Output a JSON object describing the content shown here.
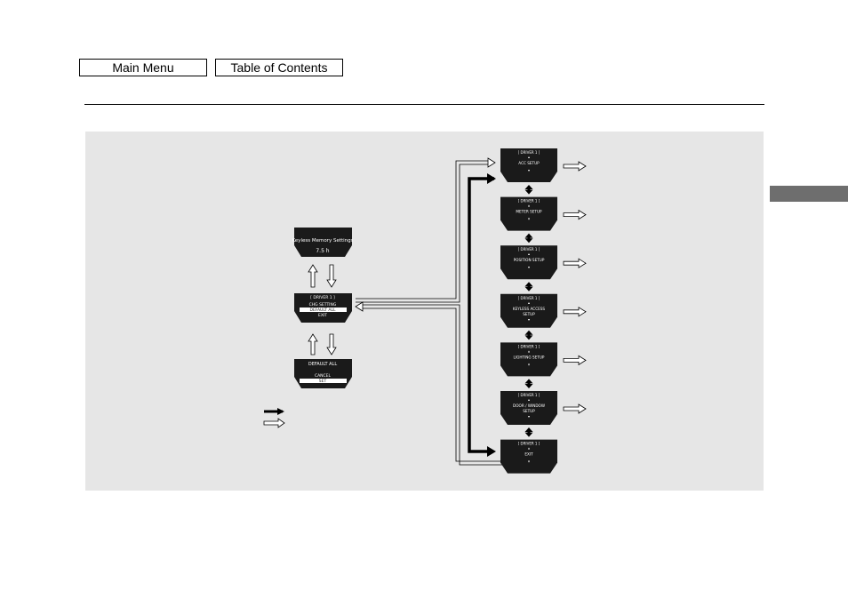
{
  "nav": {
    "main_menu_label": "Main Menu",
    "toc_label": "Table of Contents"
  },
  "screens": {
    "keyless_memory": {
      "title": "Keyless Memory Settings",
      "value": "7.5 h"
    },
    "driver_menu": {
      "header": "[ DRIVER 1 ]",
      "opt1": "CHG SETTING",
      "opt2": "DEFAULT ALL",
      "opt3": "EXIT"
    },
    "default_all": {
      "title": "DEFAULT ALL",
      "opt1": "CANCEL",
      "opt2": "SET"
    },
    "setup_menu": [
      {
        "header": "[ DRIVER 1 ]",
        "label1": "ACC SETUP",
        "label2": ""
      },
      {
        "header": "[ DRIVER 1 ]",
        "label1": "METER SETUP",
        "label2": ""
      },
      {
        "header": "[ DRIVER 1 ]",
        "label1": "POSITION SETUP",
        "label2": ""
      },
      {
        "header": "[ DRIVER 1 ]",
        "label1": "KEYLESS ACCESS",
        "label2": "SETUP"
      },
      {
        "header": "[ DRIVER 1 ]",
        "label1": "LIGHTING SETUP",
        "label2": ""
      },
      {
        "header": "[ DRIVER 1 ]",
        "label1": "DOOR / WINDOW",
        "label2": "SETUP"
      },
      {
        "header": "[ DRIVER 1 ]",
        "label1": "EXIT",
        "label2": ""
      }
    ]
  },
  "colors": {
    "screen_bg": "#1a1a1a",
    "panel_bg": "#e6e6e6",
    "side_tab": "#6e6e6e"
  },
  "icons": {
    "arrow_up": "hollow-arrow-up-icon",
    "arrow_down": "hollow-arrow-down-icon",
    "arrow_right": "hollow-arrow-right-icon",
    "double_arrow": "double-vertical-arrow-icon",
    "legend_solid": "solid-arrow-right-icon",
    "legend_hollow": "hollow-arrow-right-icon"
  }
}
